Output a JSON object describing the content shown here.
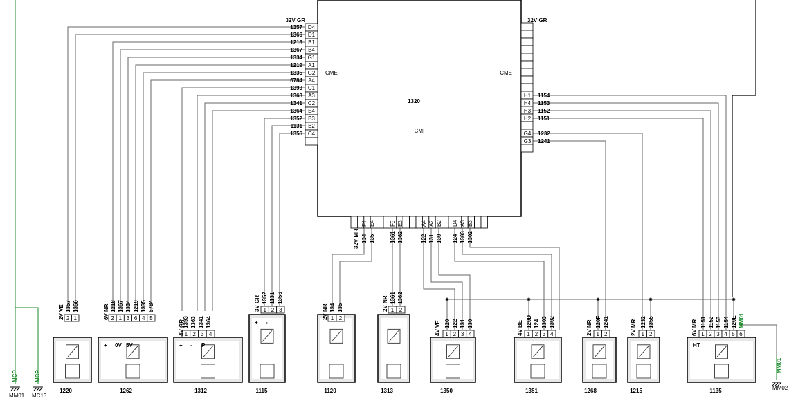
{
  "ecu": {
    "id": "1320",
    "connector_left_label": "32V GR",
    "connector_right_label": "32V GR",
    "zone_left": "CME",
    "zone_right": "CME",
    "zone_center": "CMI",
    "connector_bottom_label": "32V MR",
    "left_pins": [
      {
        "pin": "D4",
        "wire": "1357"
      },
      {
        "pin": "D1",
        "wire": "1366"
      },
      {
        "pin": "B1",
        "wire": "1218"
      },
      {
        "pin": "B4",
        "wire": "1367"
      },
      {
        "pin": "G1",
        "wire": "1334"
      },
      {
        "pin": "A1",
        "wire": "1219"
      },
      {
        "pin": "G2",
        "wire": "1335"
      },
      {
        "pin": "A4",
        "wire": "6784"
      },
      {
        "pin": "C1",
        "wire": "1393"
      },
      {
        "pin": "A3",
        "wire": "1363"
      },
      {
        "pin": "C2",
        "wire": "1341"
      },
      {
        "pin": "E4",
        "wire": "1364"
      },
      {
        "pin": "B3",
        "wire": "1352"
      },
      {
        "pin": "B2",
        "wire": "1131"
      },
      {
        "pin": "C4",
        "wire": "1356"
      }
    ],
    "right_pins": [
      {
        "pin": "H1",
        "wire": "1154"
      },
      {
        "pin": "H4",
        "wire": "1153"
      },
      {
        "pin": "H3",
        "wire": "1152"
      },
      {
        "pin": "H2",
        "wire": "1151"
      },
      {
        "pin": "G4",
        "wire": "1232"
      },
      {
        "pin": "G3",
        "wire": "1241"
      }
    ],
    "bottom_pins": [
      {
        "pin": "F4",
        "wire": "134"
      },
      {
        "pin": "E4",
        "wire": "135"
      },
      {
        "pin": "F3",
        "wire": "1361"
      },
      {
        "pin": "E3",
        "wire": "1362"
      },
      {
        "pin": "A4",
        "wire": "122"
      },
      {
        "pin": "A2",
        "wire": "131"
      },
      {
        "pin": "B2",
        "wire": "130"
      },
      {
        "pin": "D4",
        "wire": "124"
      },
      {
        "pin": "A3",
        "wire": "1303"
      },
      {
        "pin": "B3",
        "wire": "1302"
      }
    ]
  },
  "components": [
    {
      "id": "1220",
      "connector": "2V VE",
      "pins": [
        "2",
        "1"
      ],
      "wires": [
        "1357",
        "1366"
      ]
    },
    {
      "id": "1262",
      "connector": "6V NR",
      "pins": [
        "2",
        "1",
        "3",
        "6",
        "4",
        "5"
      ],
      "wires": [
        "1218",
        "1367",
        "1334",
        "1219",
        "1335",
        "6784"
      ],
      "labels": [
        "+",
        "0V",
        "5V"
      ]
    },
    {
      "id": "1312",
      "connector": "4V GR",
      "pins": [
        "1",
        "2",
        "3",
        "4"
      ],
      "wires": [
        "1393",
        "1363",
        "1341",
        "1364"
      ],
      "labels": [
        "+",
        "-",
        "P"
      ]
    },
    {
      "id": "1115",
      "connector": "3V GR",
      "pins": [
        "1",
        "2",
        "3"
      ],
      "wires": [
        "1352",
        "1131",
        "1356"
      ],
      "labels": [
        "+",
        "-"
      ]
    },
    {
      "id": "1120",
      "connector": "2V NR",
      "pins": [
        "1",
        "2"
      ],
      "wires": [
        "134",
        "135"
      ]
    },
    {
      "id": "1313",
      "connector": "2V NR",
      "pins": [
        "1",
        "2"
      ],
      "wires": [
        "1361",
        "1362"
      ]
    },
    {
      "id": "1350",
      "connector": "4V VE",
      "pins": [
        "1",
        "2",
        "3",
        "4"
      ],
      "wires": [
        "120",
        "122",
        "131",
        "130"
      ]
    },
    {
      "id": "1351",
      "connector": "4V BE",
      "pins": [
        "1",
        "2",
        "3",
        "4"
      ],
      "wires": [
        "120D",
        "124",
        "1303",
        "1302"
      ]
    },
    {
      "id": "1268",
      "connector": "2V NR",
      "pins": [
        "1",
        "2"
      ],
      "wires": [
        "120F",
        "1241"
      ]
    },
    {
      "id": "1215",
      "connector": "2V MR",
      "pins": [
        "1",
        "2"
      ],
      "wires": [
        "1232",
        "1355"
      ]
    },
    {
      "id": "1135",
      "connector": "6V MR",
      "pins": [
        "1",
        "2",
        "3",
        "4",
        "5",
        "6"
      ],
      "wires": [
        "1151",
        "1152",
        "1153",
        "1154",
        "120E",
        "MM01"
      ],
      "labels": [
        "HT"
      ]
    }
  ],
  "grounds": [
    {
      "label": "MCP",
      "ref": "MM01"
    },
    {
      "label": "MCP",
      "ref": "MC13"
    },
    {
      "label": "MM01",
      "ref": "MM02"
    }
  ]
}
